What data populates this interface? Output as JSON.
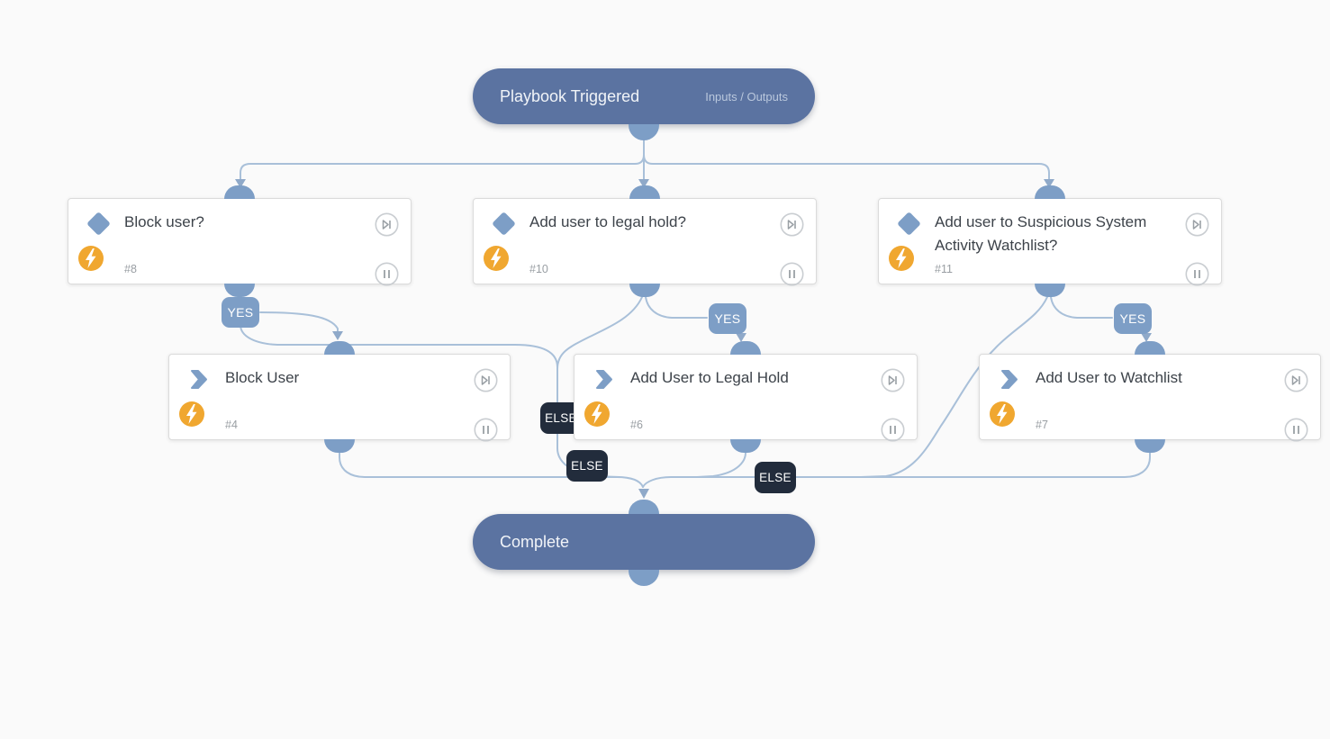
{
  "canvas": {
    "background": "#fafafa",
    "accent_blue": "#7d9ec6",
    "wire_color": "#a9c0d9",
    "pill_color": "#5b73a1",
    "bolt_orange": "#f0a730",
    "else_badge_color": "#222c3c",
    "card_title_color": "#3d434a"
  },
  "trigger": {
    "title": "Playbook Triggered",
    "meta": "Inputs / Outputs"
  },
  "complete": {
    "title": "Complete"
  },
  "labels": {
    "yes": "YES",
    "else": "ELSE"
  },
  "icons": {
    "decision": "diamond-icon",
    "action": "chevron-icon",
    "automation": "lightning-bolt-icon",
    "top_right": "skip-ahead-icon",
    "bottom_right": "pause-icon"
  },
  "nodes": [
    {
      "kind": "decision",
      "title": "Block user?",
      "number": "#8"
    },
    {
      "kind": "decision",
      "title": "Add user to legal hold?",
      "number": "#10"
    },
    {
      "kind": "decision",
      "title": "Add user to Suspicious System Activity Watchlist?",
      "number": "#11"
    },
    {
      "kind": "action",
      "title": "Block User",
      "number": "#4"
    },
    {
      "kind": "action",
      "title": "Add User to Legal Hold",
      "number": "#6"
    },
    {
      "kind": "action",
      "title": "Add User to Watchlist",
      "number": "#7"
    }
  ]
}
